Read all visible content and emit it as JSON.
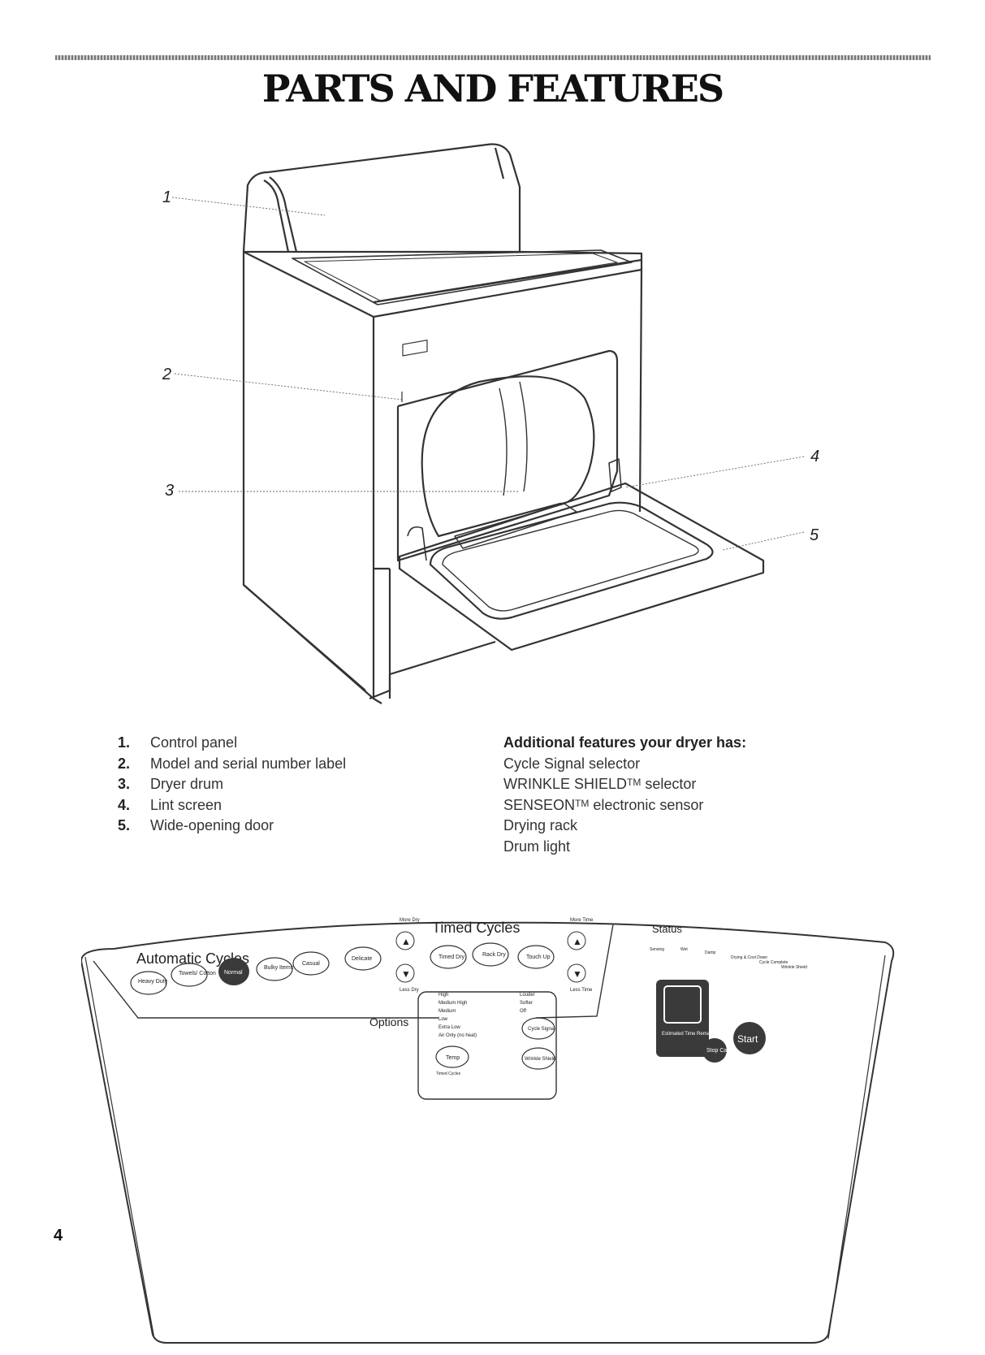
{
  "page": {
    "title": "PARTS AND FEATURES",
    "number": "4"
  },
  "callouts": [
    "1",
    "2",
    "3",
    "4",
    "5"
  ],
  "parts": [
    {
      "num": "1.",
      "label": "Control panel"
    },
    {
      "num": "2.",
      "label": "Model and serial number label"
    },
    {
      "num": "3.",
      "label": "Dryer drum"
    },
    {
      "num": "4.",
      "label": "Lint screen"
    },
    {
      "num": "5.",
      "label": "Wide-opening door"
    }
  ],
  "features": {
    "heading": "Additional features your dryer has:",
    "items": [
      {
        "text": "Cycle Signal selector",
        "tm": ""
      },
      {
        "text": "WRINKLE SHIELD",
        "tm": "TM",
        "suffix": " selector"
      },
      {
        "text": "SENSEON",
        "tm": "TM",
        "suffix": " electronic sensor"
      },
      {
        "text": "Drying rack",
        "tm": ""
      },
      {
        "text": "Drum light",
        "tm": ""
      }
    ]
  },
  "control_panel": {
    "automatic_cycles": {
      "title": "Automatic Cycles",
      "buttons": [
        "Heavy Duty",
        "Towels/ Cotton",
        "Normal",
        "Bulky Items",
        "Casual",
        "Delicate"
      ]
    },
    "more_dry": "More Dry",
    "less_dry": "Less Dry",
    "timed_cycles": {
      "title": "Timed Cycles",
      "buttons": [
        "Timed Dry",
        "Rack Dry",
        "Touch Up"
      ]
    },
    "more_time": "More Time",
    "less_time": "Less Time",
    "options": {
      "title": "Options",
      "temps": [
        "High",
        "Medium High",
        "Medium",
        "Low",
        "Extra Low",
        "Air Only (no heat)"
      ],
      "temp_button": "Temp",
      "temp_sub": "Timed Cycles",
      "signal": [
        "Louder",
        "Softer",
        "Off"
      ],
      "cycle_signal": "Cycle Signal",
      "wrinkle_shield": "Wrinkle Shield"
    },
    "status": {
      "title": "Status",
      "items": [
        "Sensing",
        "Wet",
        "Damp",
        "Drying & Cool Down",
        "Cycle Complete",
        "Wrinkle Shield"
      ]
    },
    "display_label": "Estimated Time Remaining",
    "stop_button": "Stop Cancel",
    "start_button": "Start"
  },
  "colors": {
    "ink": "#222222",
    "dark_button": "#3a3a3a"
  }
}
